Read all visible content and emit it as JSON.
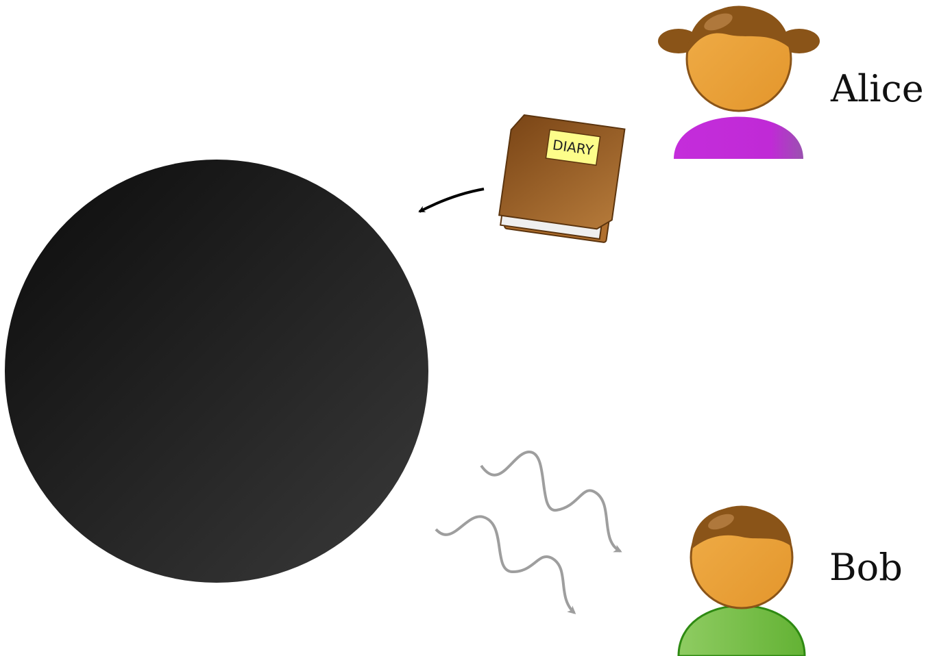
{
  "labels": {
    "alice": "Alice",
    "bob": "Bob",
    "diary": "DIARY"
  },
  "colors": {
    "black_hole": "#2a2a2a",
    "alice_shirt": "#c02ad6",
    "bob_shirt": "#76bf4a",
    "skin": "#e8a03a",
    "hair": "#8a5418",
    "book_cover": "#9a5e28",
    "book_label": "#fdfd8a",
    "radiation": "#9e9e9e",
    "arrow": "#000000"
  },
  "icons": {
    "alice": "person-girl-icon",
    "bob": "person-boy-icon",
    "diary": "diary-book-icon",
    "black_hole": "black-hole-icon"
  }
}
